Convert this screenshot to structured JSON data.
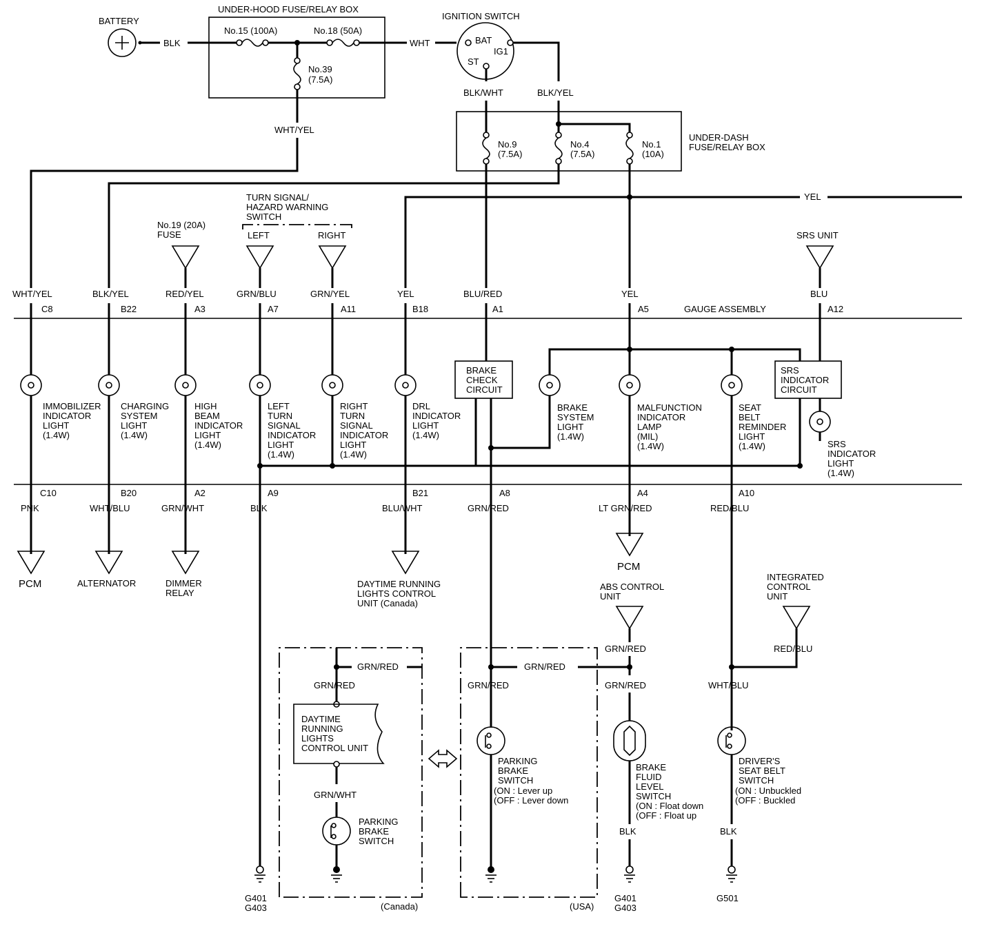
{
  "power": {
    "battery": "BATTERY",
    "battery_wire": "BLK",
    "underhood_box": "UNDER-HOOD FUSE/RELAY BOX",
    "fuse15": "No.15 (100A)",
    "fuse18": "No.18 (50A)",
    "fuse39_a": "No.39",
    "fuse39_b": "(7.5A)",
    "wht_wire": "WHT",
    "whtyel_wire": "WHT/YEL"
  },
  "ignition": {
    "title": "IGNITION SWITCH",
    "bat": "BAT",
    "ig1": "IG1",
    "st": "ST",
    "blkwht": "BLK/WHT",
    "blkyel": "BLK/YEL"
  },
  "underdash": {
    "title_a": "UNDER-DASH",
    "title_b": "FUSE/RELAY BOX",
    "fuse9_a": "No.9",
    "fuse9_b": "(7.5A)",
    "fuse4_a": "No.4",
    "fuse4_b": "(7.5A)",
    "fuse1_a": "No.1",
    "fuse1_b": "(10A)",
    "yel_bus": "YEL"
  },
  "sources": {
    "fuse19_a": "No.19 (20A)",
    "fuse19_b": "FUSE",
    "turn_a": "TURN SIGNAL/",
    "turn_b": "HAZARD WARNING",
    "turn_c": "SWITCH",
    "left": "LEFT",
    "right": "RIGHT",
    "srs_unit": "SRS UNIT"
  },
  "gauge_label": "GAUGE ASSEMBLY",
  "top_wires": [
    {
      "wire": "WHT/YEL",
      "pin": "C8"
    },
    {
      "wire": "BLK/YEL",
      "pin": "B22"
    },
    {
      "wire": "RED/YEL",
      "pin": "A3"
    },
    {
      "wire": "GRN/BLU",
      "pin": "A7"
    },
    {
      "wire": "GRN/YEL",
      "pin": "A11"
    },
    {
      "wire": "YEL",
      "pin": "B18"
    },
    {
      "wire": "BLU/RED",
      "pin": "A1"
    },
    {
      "wire": "YEL",
      "pin": "A5"
    },
    {
      "wire": "BLU",
      "pin": "A12"
    }
  ],
  "indicators": [
    {
      "l1": "IMMOBILIZER",
      "l2": "INDICATOR",
      "l3": "LIGHT",
      "l4": "(1.4W)",
      "l5": ""
    },
    {
      "l1": "CHARGING",
      "l2": "SYSTEM",
      "l3": "LIGHT",
      "l4": "(1.4W)",
      "l5": ""
    },
    {
      "l1": "HIGH",
      "l2": "BEAM",
      "l3": "INDICATOR",
      "l4": "LIGHT",
      "l5": "(1.4W)"
    },
    {
      "l1": "LEFT",
      "l2": "TURN",
      "l3": "SIGNAL",
      "l4": "INDICATOR",
      "l5": "LIGHT",
      "l6": "(1.4W)"
    },
    {
      "l1": "RIGHT",
      "l2": "TURN",
      "l3": "SIGNAL",
      "l4": "INDICATOR",
      "l5": "LIGHT",
      "l6": "(1.4W)"
    },
    {
      "l1": "DRL",
      "l2": "INDICATOR",
      "l3": "LIGHT",
      "l4": "(1.4W)",
      "l5": ""
    },
    {
      "l1": "BRAKE",
      "l2": "SYSTEM",
      "l3": "LIGHT",
      "l4": "(1.4W)",
      "l5": ""
    },
    {
      "l1": "MALFUNCTION",
      "l2": "INDICATOR",
      "l3": "LAMP",
      "l4": "(MIL)",
      "l5": "(1.4W)"
    },
    {
      "l1": "SEAT",
      "l2": "BELT",
      "l3": "REMINDER",
      "l4": "LIGHT",
      "l5": "(1.4W)"
    },
    {
      "l1": "SRS",
      "l2": "INDICATOR",
      "l3": "LIGHT",
      "l4": "(1.4W)",
      "l5": ""
    }
  ],
  "brake_check": {
    "l1": "BRAKE",
    "l2": "CHECK",
    "l3": "CIRCUIT"
  },
  "srs_circuit": {
    "l1": "SRS",
    "l2": "INDICATOR",
    "l3": "CIRCUIT"
  },
  "bottom_wires": [
    {
      "pin": "C10",
      "wire": "PNK"
    },
    {
      "pin": "B20",
      "wire": "WHT/BLU"
    },
    {
      "pin": "A2",
      "wire": "GRN/WHT"
    },
    {
      "pin": "A9",
      "wire": "BLK"
    },
    {
      "pin": "B21",
      "wire": "BLU/WHT"
    },
    {
      "pin": "A8",
      "wire": "GRN/RED"
    },
    {
      "pin": "A4",
      "wire": "LT GRN/RED"
    },
    {
      "pin": "A10",
      "wire": "RED/BLU"
    }
  ],
  "destinations": {
    "pcm1": "PCM",
    "alternator": "ALTERNATOR",
    "dimmer_a": "DIMMER",
    "dimmer_b": "RELAY",
    "drl_a": "DAYTIME RUNNING",
    "drl_b": "LIGHTS CONTROL",
    "drl_c": "UNIT (Canada)",
    "pcm2": "PCM",
    "abs_a": "ABS CONTROL",
    "abs_b": "UNIT",
    "icu_a": "INTEGRATED",
    "icu_b": "CONTROL",
    "icu_c": "UNIT"
  },
  "canada": {
    "grnred_a": "GRN/RED",
    "grnred_b": "GRN/RED",
    "unit_a": "DAYTIME",
    "unit_b": "RUNNING",
    "unit_c": "LIGHTS",
    "unit_d": "CONTROL UNIT",
    "grnwht": "GRN/WHT",
    "pbs_a": "PARKING",
    "pbs_b": "BRAKE",
    "pbs_c": "SWITCH",
    "tag": "(Canada)"
  },
  "usa": {
    "grnred_a": "GRN/RED",
    "grnred_b": "GRN/RED",
    "pbs_a": "PARKING",
    "pbs_b": "BRAKE",
    "pbs_c": "SWITCH",
    "pbs_d": "(ON  : Lever up",
    "pbs_e": "(OFF : Lever down",
    "tag": "(USA)"
  },
  "brake_fluid": {
    "grnred_a": "GRN/RED",
    "grnred_b": "GRN/RED",
    "l1": "BRAKE",
    "l2": "FLUID",
    "l3": "LEVEL",
    "l4": "SWITCH",
    "l5": "(ON   : Float down",
    "l6": "(OFF : Float up",
    "blk": "BLK"
  },
  "seatbelt": {
    "redblu": "RED/BLU",
    "whtblu": "WHT/BLU",
    "l1": "DRIVER'S",
    "l2": "SEAT BELT",
    "l3": "SWITCH",
    "l4": "(ON   : Unbuckled",
    "l5": "(OFF : Buckled",
    "blk": "BLK"
  },
  "grounds": {
    "g1_a": "G401",
    "g1_b": "G403",
    "g2_a": "G401",
    "g2_b": "G403",
    "g3": "G501"
  }
}
